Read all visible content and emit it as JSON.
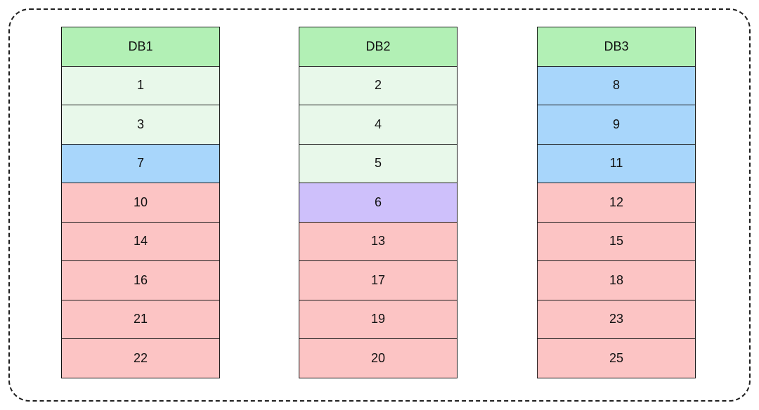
{
  "colors": {
    "header": "#b2f0b5",
    "light_green": "#e8f8ea",
    "blue": "#a8d6fb",
    "purple": "#cec0fb",
    "red": "#fcc4c4"
  },
  "databases": [
    {
      "name": "DB1",
      "cells": [
        {
          "value": "1",
          "color": "light_green"
        },
        {
          "value": "3",
          "color": "light_green"
        },
        {
          "value": "7",
          "color": "blue"
        },
        {
          "value": "10",
          "color": "red"
        },
        {
          "value": "14",
          "color": "red"
        },
        {
          "value": "16",
          "color": "red"
        },
        {
          "value": "21",
          "color": "red"
        },
        {
          "value": "22",
          "color": "red"
        }
      ]
    },
    {
      "name": "DB2",
      "cells": [
        {
          "value": "2",
          "color": "light_green"
        },
        {
          "value": "4",
          "color": "light_green"
        },
        {
          "value": "5",
          "color": "light_green"
        },
        {
          "value": "6",
          "color": "purple"
        },
        {
          "value": "13",
          "color": "red"
        },
        {
          "value": "17",
          "color": "red"
        },
        {
          "value": "19",
          "color": "red"
        },
        {
          "value": "20",
          "color": "red"
        }
      ]
    },
    {
      "name": "DB3",
      "cells": [
        {
          "value": "8",
          "color": "blue"
        },
        {
          "value": "9",
          "color": "blue"
        },
        {
          "value": "11",
          "color": "blue"
        },
        {
          "value": "12",
          "color": "red"
        },
        {
          "value": "15",
          "color": "red"
        },
        {
          "value": "18",
          "color": "red"
        },
        {
          "value": "23",
          "color": "red"
        },
        {
          "value": "25",
          "color": "red"
        }
      ]
    }
  ]
}
